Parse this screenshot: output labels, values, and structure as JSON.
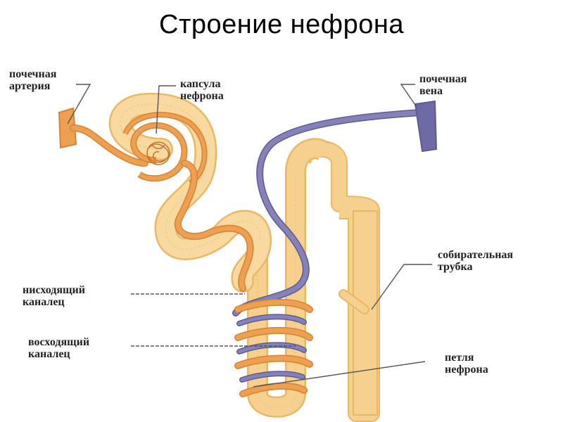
{
  "title": "Строение нефрона",
  "labels": {
    "renal_artery": [
      "почечная",
      "артерия"
    ],
    "nephron_capsule": [
      "капсула",
      "нефрона"
    ],
    "renal_vein": [
      "почечная",
      "вена"
    ],
    "collecting_duct": [
      "собирательная",
      "трубка"
    ],
    "descending_tubule": [
      "нисходящий",
      "каналец"
    ],
    "ascending_tubule": [
      "восходящий",
      "каналец"
    ],
    "nephron_loop": [
      "петля",
      "нефрона"
    ]
  },
  "colors": {
    "tubule": "#f6d08e",
    "tubule_edge": "#e9b866",
    "artery": "#eda052",
    "artery_dark": "#d98233",
    "vein": "#8482b8",
    "vein_dark": "#5e5a96",
    "leader": "#555555"
  }
}
